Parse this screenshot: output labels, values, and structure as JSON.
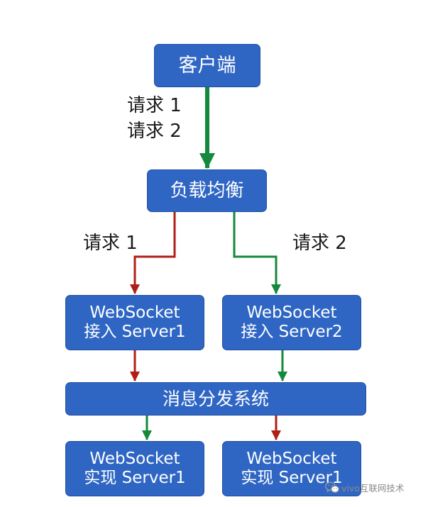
{
  "nodes": {
    "client": "客户端",
    "load_balancer": "负载均衡",
    "access1": {
      "line1": "WebSocket",
      "line2": "接入 Server1"
    },
    "access2": {
      "line1": "WebSocket",
      "line2": "接入 Server2"
    },
    "dispatch": "消息分发系统",
    "impl1": {
      "line1": "WebSocket",
      "line2": "实现 Server1"
    },
    "impl2": {
      "line1": "WebSocket",
      "line2": "实现 Server1"
    }
  },
  "labels": {
    "req1_top": "请求 1",
    "req2_top": "请求 2",
    "req1_mid": "请求 1",
    "req2_mid": "请求 2"
  },
  "watermark": {
    "text": "vivo互联网技术",
    "icon": "wechat-icon"
  },
  "colors": {
    "node_fill": "#2f66c4",
    "node_text": "#ffffff",
    "arrow_green": "#13893b",
    "arrow_red": "#b01f16"
  }
}
